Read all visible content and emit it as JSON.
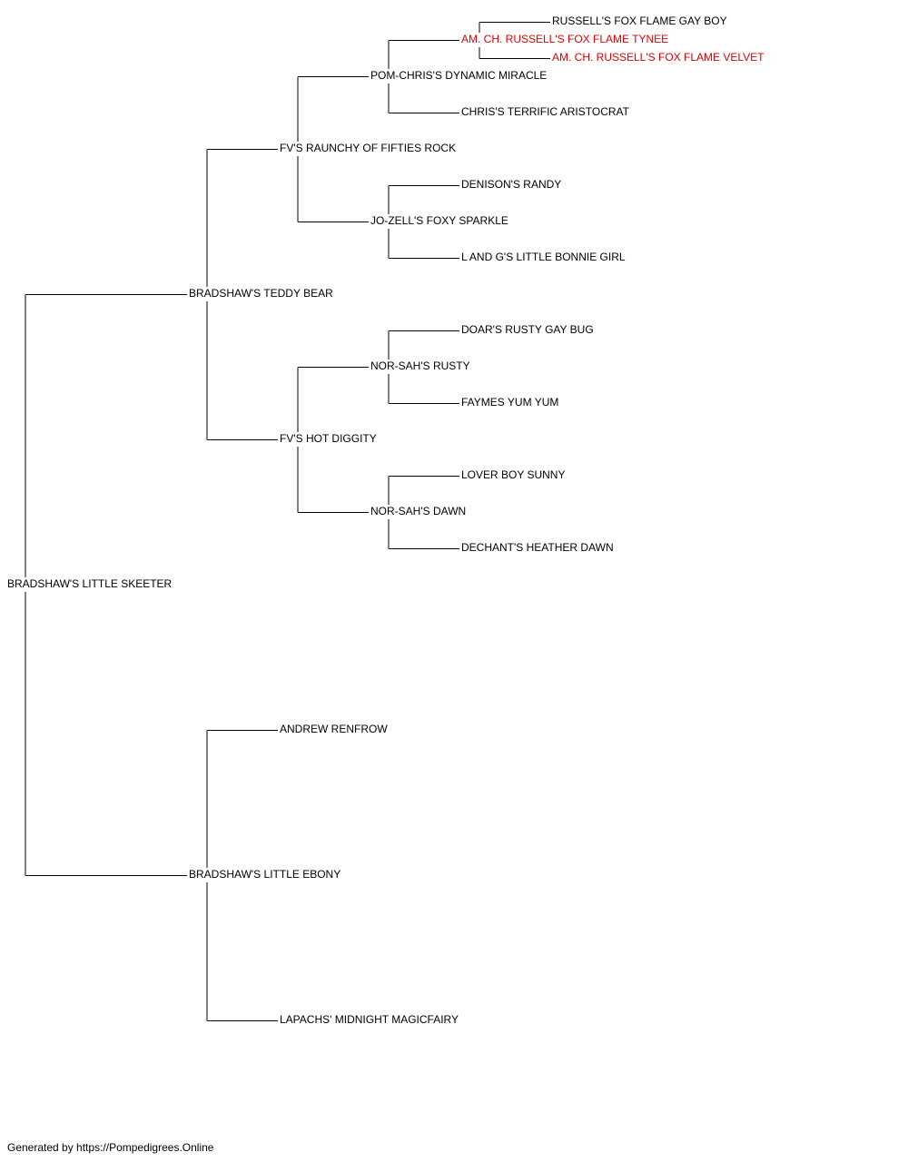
{
  "colors": {
    "text": "#000000",
    "highlight": "#e00000",
    "line": "#000000"
  },
  "subject": "BRADSHAW'S LITTLE SKEETER",
  "sire": {
    "name": "BRADSHAW'S TEDDY BEAR",
    "sire": {
      "name": "FV'S RAUNCHY OF FIFTIES ROCK",
      "sire": {
        "name": "POM-CHRIS'S DYNAMIC MIRACLE",
        "sire": {
          "name": "AM. CH. RUSSELL'S FOX FLAME TYNEE",
          "highlight": true,
          "sire": {
            "name": "RUSSELL'S FOX FLAME GAY BOY"
          },
          "dam": {
            "name": "AM. CH. RUSSELL'S FOX FLAME VELVET",
            "highlight": true
          }
        },
        "dam": {
          "name": "CHRIS'S TERRIFIC ARISTOCRAT"
        }
      },
      "dam": {
        "name": "JO-ZELL'S FOXY SPARKLE",
        "sire": {
          "name": "DENISON'S RANDY"
        },
        "dam": {
          "name": "L AND G'S LITTLE BONNIE GIRL"
        }
      }
    },
    "dam": {
      "name": "FV'S HOT DIGGITY",
      "sire": {
        "name": "NOR-SAH'S RUSTY",
        "sire": {
          "name": "DOAR'S RUSTY GAY BUG"
        },
        "dam": {
          "name": "FAYMES YUM YUM"
        }
      },
      "dam": {
        "name": "NOR-SAH'S DAWN",
        "sire": {
          "name": "LOVER BOY SUNNY"
        },
        "dam": {
          "name": "DECHANT'S HEATHER DAWN"
        }
      }
    }
  },
  "dam": {
    "name": "BRADSHAW'S LITTLE EBONY",
    "sire": {
      "name": "ANDREW RENFROW"
    },
    "dam": {
      "name": "LAPACHS' MIDNIGHT MAGICFAIRY"
    }
  },
  "footer": "Generated by https://Pompedigrees.Online"
}
